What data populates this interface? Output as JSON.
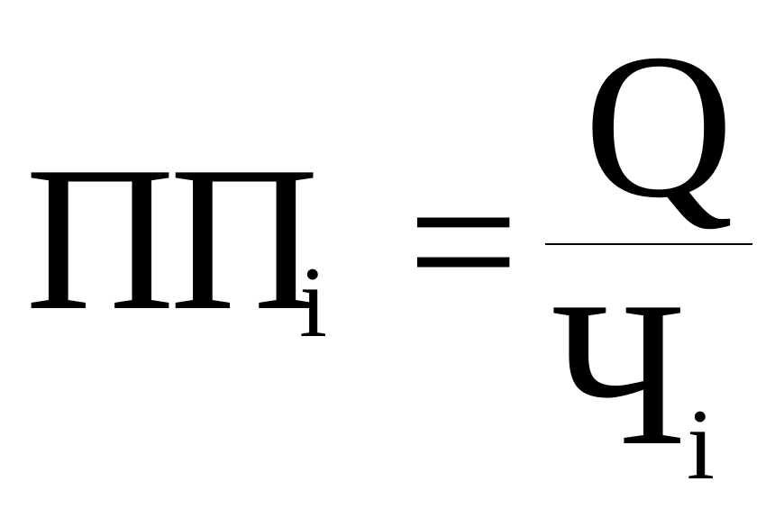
{
  "formula": {
    "lhs": {
      "main": "ПП",
      "subscript": "i"
    },
    "operator": "=",
    "numerator": "Q",
    "denominator": {
      "main": "Ч",
      "subscript": "i"
    }
  }
}
